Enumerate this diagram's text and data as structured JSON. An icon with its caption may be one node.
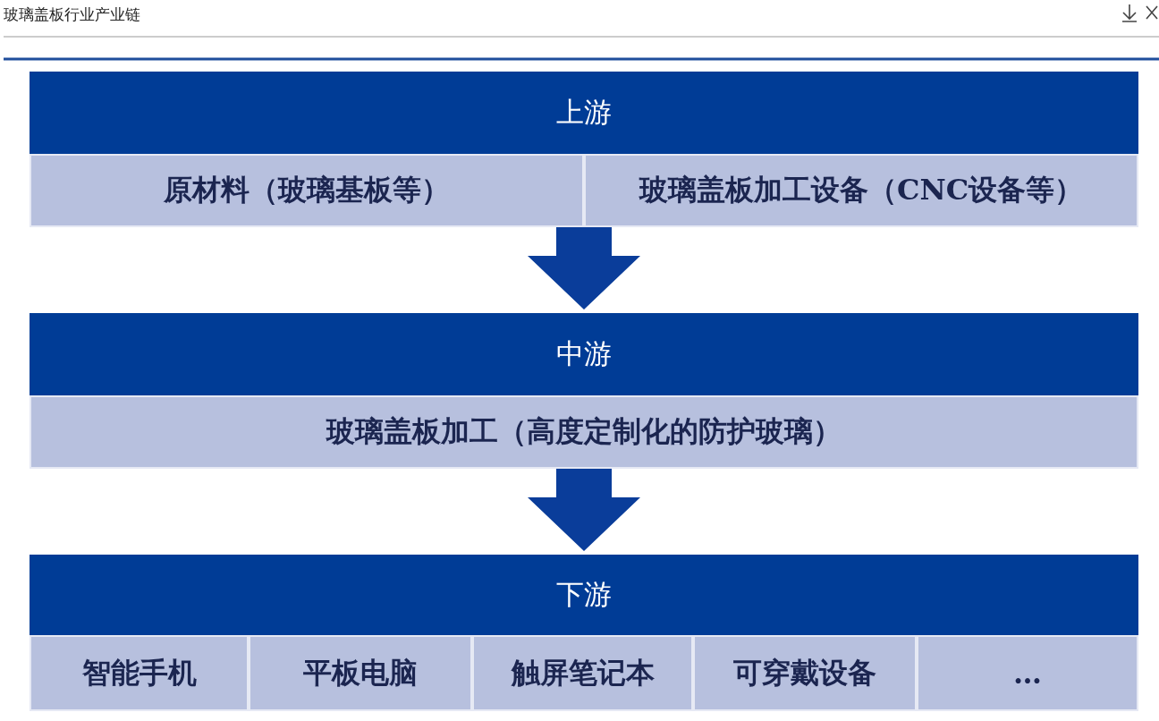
{
  "diagram": {
    "title": "玻璃盖板行业产业链",
    "nodes": [
      {
        "text": [
          "上游"
        ]
      },
      {
        "text": [
          "原材料（玻璃基板等）"
        ],
        "in": 0
      },
      {
        "text": [
          "玻璃盖板加工设备（CNC设备等）"
        ],
        "in": 0
      },
      {
        "text": [
          "中游"
        ]
      },
      {
        "text": [
          "玻璃盖板加工（高度定制化的防护玻璃）"
        ],
        "in": 3
      },
      {
        "text": [
          "下游"
        ]
      },
      {
        "text": [
          "智能手机"
        ],
        "in": 5
      },
      {
        "text": [
          "平板电脑"
        ],
        "in": 5
      },
      {
        "text": [
          "触屏笔记本"
        ],
        "in": 5
      },
      {
        "text": [
          "可穿戴设备"
        ],
        "in": 5
      },
      {
        "text": [
          "…"
        ],
        "in": 5
      }
    ],
    "edges": [
      {
        "from": 0,
        "to": 3,
        "arrow": "to"
      },
      {
        "from": 3,
        "to": 5,
        "arrow": "to"
      }
    ]
  }
}
